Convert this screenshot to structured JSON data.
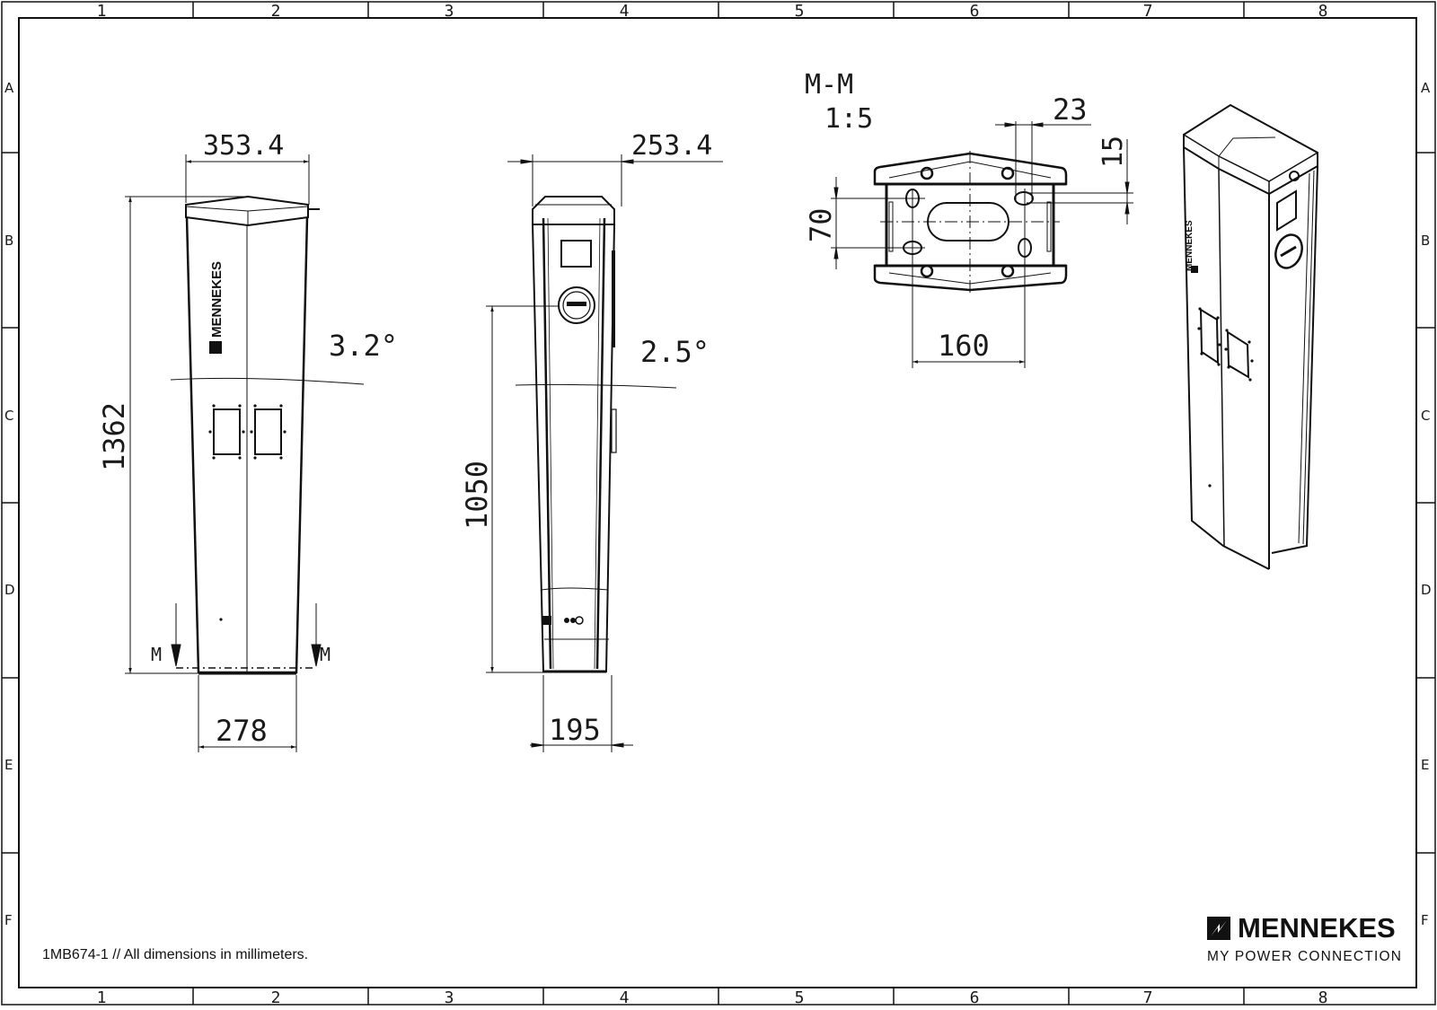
{
  "drawing": {
    "title_block": {
      "note": "1MB674-1 // All dimensions in millimeters.",
      "brand_name": "MENNEKES",
      "brand_tagline": "MY POWER CONNECTION",
      "brand_icon": "mennekes-lightning-logo-icon"
    },
    "frame": {
      "columns": [
        "1",
        "2",
        "3",
        "4",
        "5",
        "6",
        "7",
        "8"
      ],
      "rows": [
        "A",
        "B",
        "C",
        "D",
        "E",
        "F"
      ]
    },
    "views": {
      "side_view": {
        "dim_top_width": "353.4",
        "dim_height": "1362",
        "dim_taper_angle": "3.2°",
        "dim_bottom_width": "278",
        "section_marker_left": "M",
        "section_marker_right": "M",
        "logo_text": "MENNEKES"
      },
      "front_view": {
        "dim_top_width": "253.4",
        "dim_socket_height": "1050",
        "dim_taper_angle": "2.5°",
        "dim_bottom_width": "195"
      },
      "section_view": {
        "label": "M-M",
        "scale": "1:5",
        "dim_hole_spacing_x": "160",
        "dim_hole_spacing_y": "70",
        "dim_slot_length": "23",
        "dim_slot_width": "15"
      },
      "isometric_view": {
        "logo_text": "MENNEKES"
      }
    },
    "colors": {
      "line": "#111111",
      "paper": "#ffffff"
    }
  }
}
